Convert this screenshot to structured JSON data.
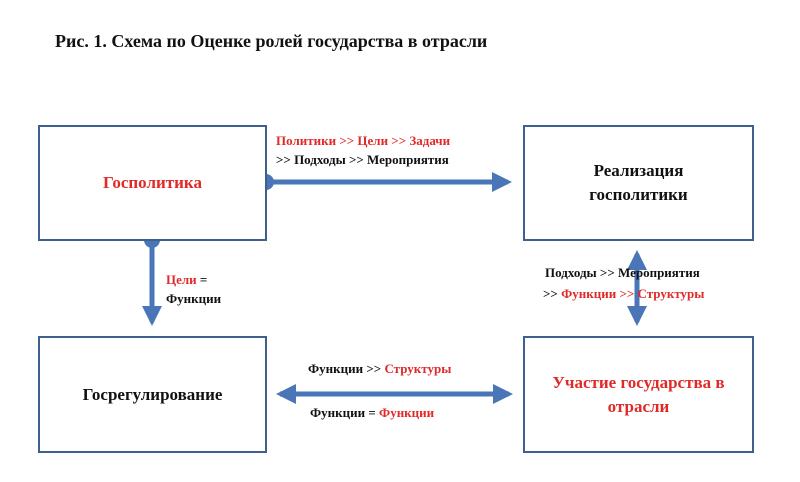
{
  "title": "Рис. 1. Схема по Оценке ролей государства в отрасли",
  "boxes": {
    "gospolitika": "Госполитика",
    "realizatsiya": "Реализация госполитики",
    "gosregulirovanie": "Госрегулирование",
    "uchastie": "Участие государства в отрасли"
  },
  "labels": {
    "top_line1": "Политики >> Цели >> Задачи",
    "top_line2": ">> Подходы >> Мероприятия",
    "left_red": "Цели",
    "left_eq": " =",
    "left_line2": "Функции",
    "right_line1": "Подходы >> Мероприятия",
    "right_prefix": ">> ",
    "right_red": "Функции >> Структуры",
    "bottom1_black": "Функции >> ",
    "bottom1_red": "Структуры",
    "bottom2_black": "Функции = ",
    "bottom2_red": "Функции"
  },
  "colors": {
    "accent_red": "#e02a2a",
    "arrow": "#4a76b8",
    "border": "#3f5f8f"
  }
}
